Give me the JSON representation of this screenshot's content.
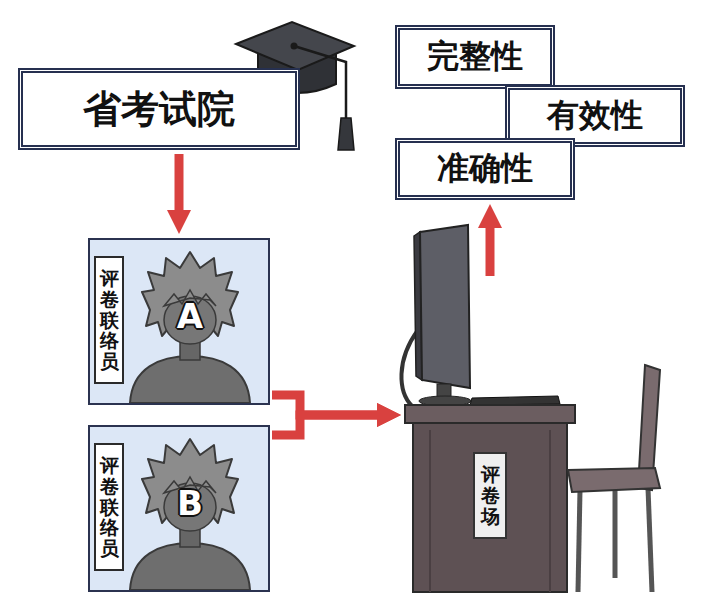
{
  "diagram": {
    "nodes": [
      {
        "text": [
          "省考试院"
        ]
      },
      {
        "text": [
          "评卷联络员",
          "A"
        ]
      },
      {
        "text": [
          "评卷联络员",
          "B"
        ]
      },
      {
        "text": [
          "评卷场"
        ]
      },
      {
        "text": [
          "完整性"
        ]
      },
      {
        "text": [
          "有效性"
        ]
      },
      {
        "text": [
          "准确性"
        ]
      }
    ],
    "edges": [
      {
        "from": 0,
        "to": 1,
        "arrow": "to"
      },
      {
        "from": 1,
        "to": 3,
        "arrow": "to"
      },
      {
        "from": 2,
        "to": 3,
        "arrow": "to"
      },
      {
        "from": 3,
        "to": 6,
        "arrow": "to"
      }
    ]
  }
}
